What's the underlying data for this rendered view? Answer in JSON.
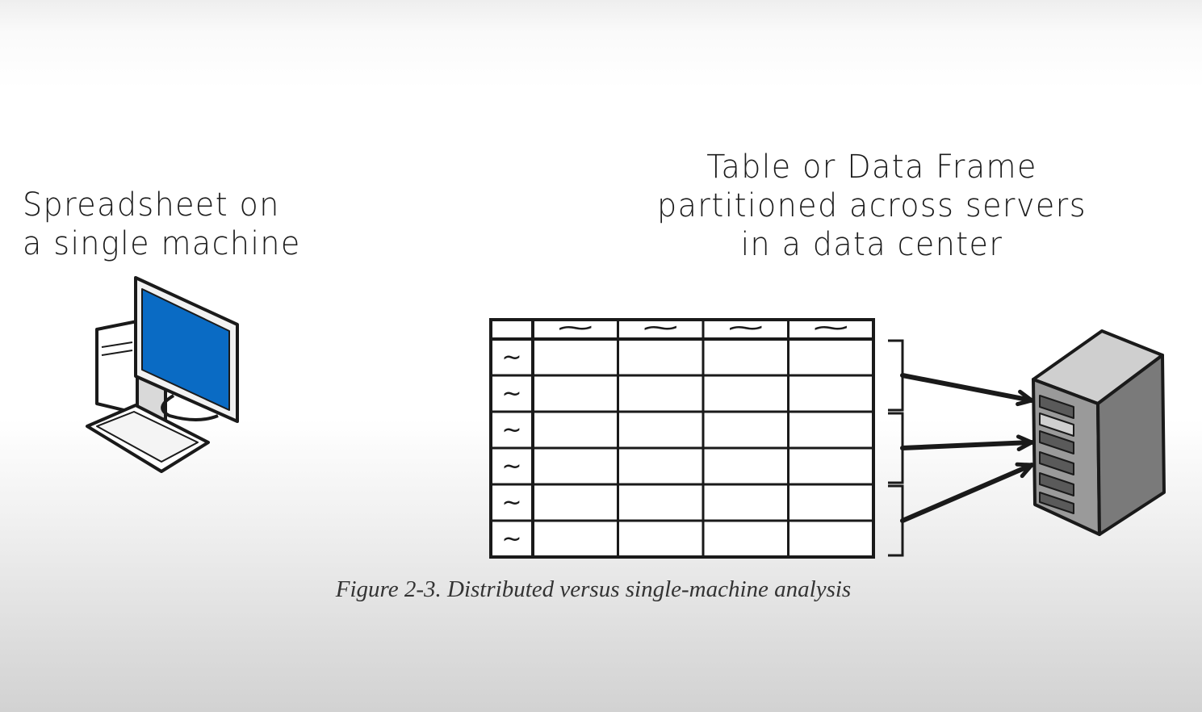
{
  "labels": {
    "left": [
      "Spreadsheet on",
      "a single machine"
    ],
    "right": [
      "Table or Data Frame",
      "partitioned across servers",
      "in a data center"
    ]
  },
  "caption": "Figure 2-3. Distributed versus single-machine analysis",
  "table": {
    "header_glyph": "~",
    "row_glyph": "~",
    "columns": 4,
    "rows": 6,
    "partitions": 3
  },
  "colors": {
    "screen": "#0a6bc4",
    "ink": "#1a1a1a",
    "server_body": "#8a8a8a"
  },
  "icons": [
    "desktop-computer-icon",
    "server-rack-icon"
  ]
}
